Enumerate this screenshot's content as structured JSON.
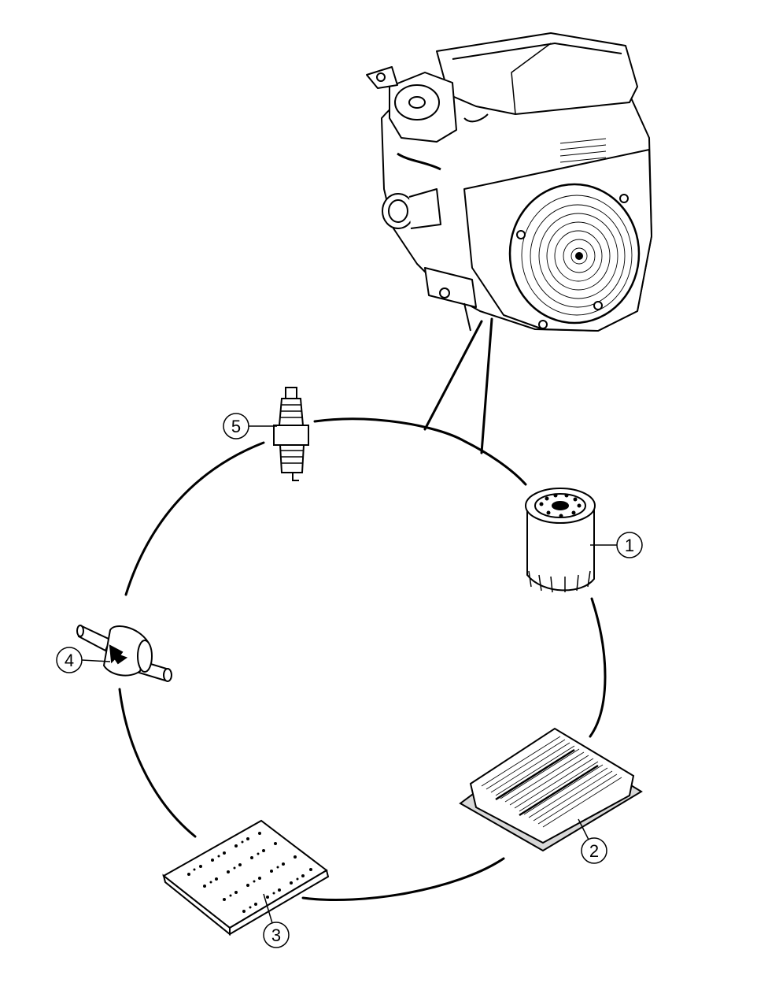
{
  "callouts": [
    {
      "id": "1",
      "label": "1",
      "part": "oil-filter"
    },
    {
      "id": "2",
      "label": "2",
      "part": "air-filter"
    },
    {
      "id": "3",
      "label": "3",
      "part": "pre-cleaner"
    },
    {
      "id": "4",
      "label": "4",
      "part": "fuel-filter"
    },
    {
      "id": "5",
      "label": "5",
      "part": "spark-plug"
    }
  ],
  "colors": {
    "line": "#000000",
    "fill": "#ffffff",
    "shade": "#c8c8c8"
  }
}
